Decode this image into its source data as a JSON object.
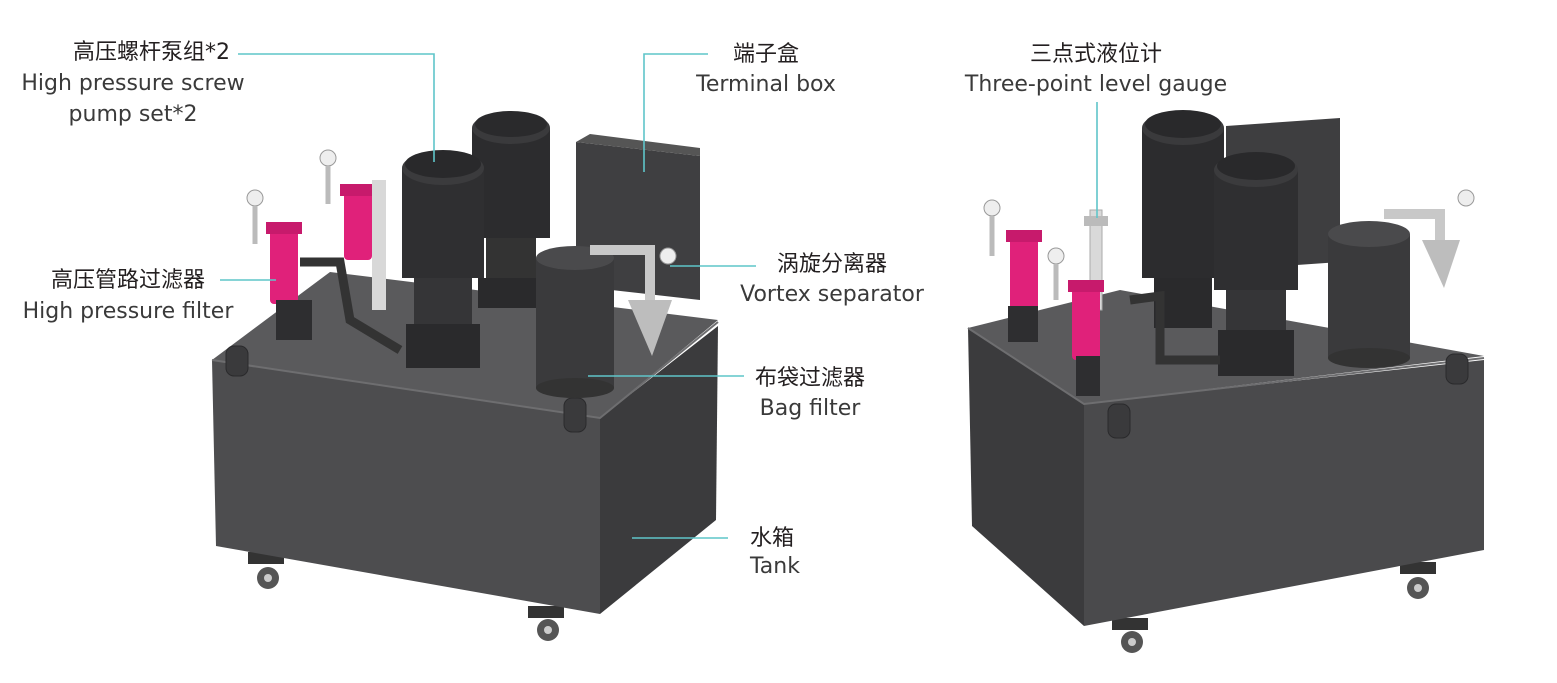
{
  "labels": {
    "pump_set": {
      "zh": "高压螺杆泵组*2",
      "en_line1": "High pressure screw",
      "en_line2": "pump set*2"
    },
    "filter": {
      "zh": "高压管路过滤器",
      "en": "High pressure filter"
    },
    "terminal_box": {
      "zh": "端子盒",
      "en": "Terminal box"
    },
    "vortex": {
      "zh": "涡旋分离器",
      "en": "Vortex separator"
    },
    "bag_filter": {
      "zh": "布袋过滤器",
      "en": "Bag filter"
    },
    "tank": {
      "zh": "水箱",
      "en": "Tank"
    },
    "level_gauge": {
      "zh": "三点式液位计",
      "en": "Three-point level gauge"
    }
  },
  "colors": {
    "leader_line": "#5fc5c9",
    "tank_front": "#4d4d4f",
    "tank_side": "#3e3e40",
    "tank_top": "#5a5a5c",
    "motor": "#2f2f31",
    "filter_accent": "#e0217a"
  }
}
